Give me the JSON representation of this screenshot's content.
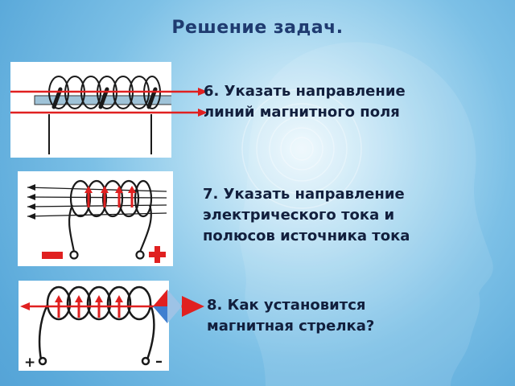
{
  "slide": {
    "title": "Решение задач."
  },
  "tasks": [
    {
      "lines": [
        "6. Указать направление",
        "линий магнитного поля"
      ]
    },
    {
      "lines": [
        "7. Указать направление",
        "электрического тока и",
        "полюсов источника тока"
      ]
    },
    {
      "lines": [
        "8. Как установится",
        "магнитная стрелка?"
      ]
    }
  ],
  "diagram3": {
    "plus": "+",
    "minus": "–"
  },
  "colors": {
    "title": "#1f3b70",
    "text": "#121f3d",
    "arrow_red": "#e02020",
    "needle_red": "#e02020",
    "needle_blue": "#3f7fd0"
  }
}
